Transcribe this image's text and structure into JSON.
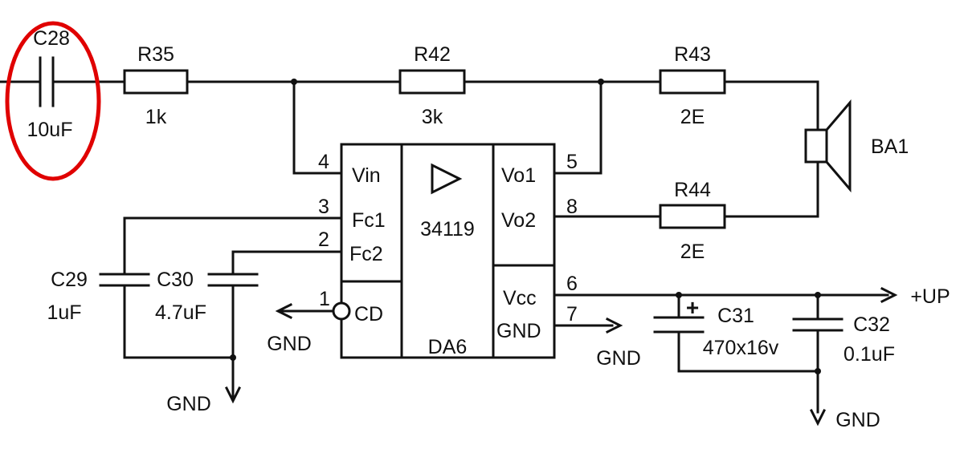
{
  "colors": {
    "wire": "#111111",
    "highlight": "#e00000",
    "background": "#ffffff"
  },
  "components": {
    "c28": {
      "ref": "C28",
      "value": "10uF"
    },
    "r35": {
      "ref": "R35",
      "value": "1k"
    },
    "r42": {
      "ref": "R42",
      "value": "3k"
    },
    "r43": {
      "ref": "R43",
      "value": "2E"
    },
    "r44": {
      "ref": "R44",
      "value": "2E"
    },
    "ba1": {
      "ref": "BA1"
    },
    "c29": {
      "ref": "C29",
      "value": "1uF"
    },
    "c30": {
      "ref": "C30",
      "value": "4.7uF"
    },
    "c31": {
      "ref": "C31",
      "value": "470x16v",
      "polarity": "+"
    },
    "c32": {
      "ref": "C32",
      "value": "0.1uF"
    }
  },
  "ic": {
    "ref": "DA6",
    "part": "34119",
    "pins": {
      "vin": {
        "num": "4",
        "name": "Vin"
      },
      "fc1": {
        "num": "3",
        "name": "Fc1"
      },
      "fc2": {
        "num": "2",
        "name": "Fc2"
      },
      "cd": {
        "num": "1",
        "name": "CD"
      },
      "vo1": {
        "num": "5",
        "name": "Vo1"
      },
      "vo2": {
        "num": "8",
        "name": "Vo2"
      },
      "vcc": {
        "num": "6",
        "name": "Vcc"
      },
      "gnd": {
        "num": "7",
        "name": "GND"
      }
    }
  },
  "nets": {
    "gnd": "GND",
    "supply": "+UP"
  }
}
